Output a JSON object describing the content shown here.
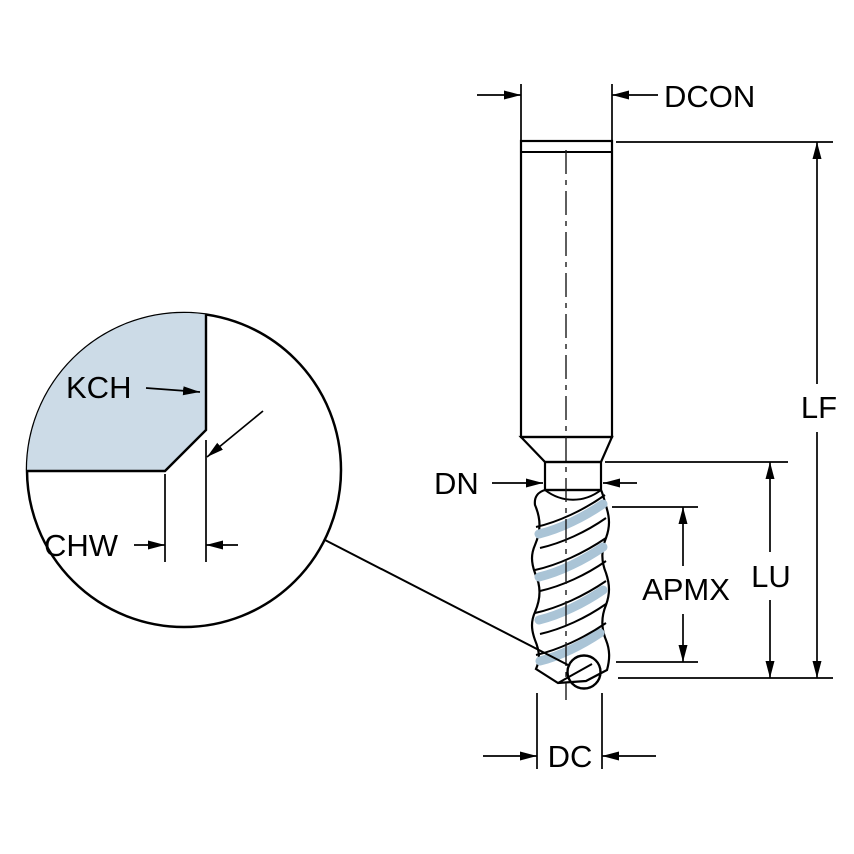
{
  "diagram": {
    "type": "technical-drawing",
    "subject": "End mill cutting tool dimensional drawing with chamfer detail view",
    "labels": {
      "dcon": "DCON",
      "lf": "LF",
      "lu": "LU",
      "apmx": "APMX",
      "dn": "DN",
      "dc": "DC",
      "kch": "KCH",
      "chw": "CHW"
    },
    "colors": {
      "tool_fill": "#ccdbe7",
      "tool_shade": "#aac4d6",
      "line": "#000000",
      "background": "#ffffff"
    }
  }
}
